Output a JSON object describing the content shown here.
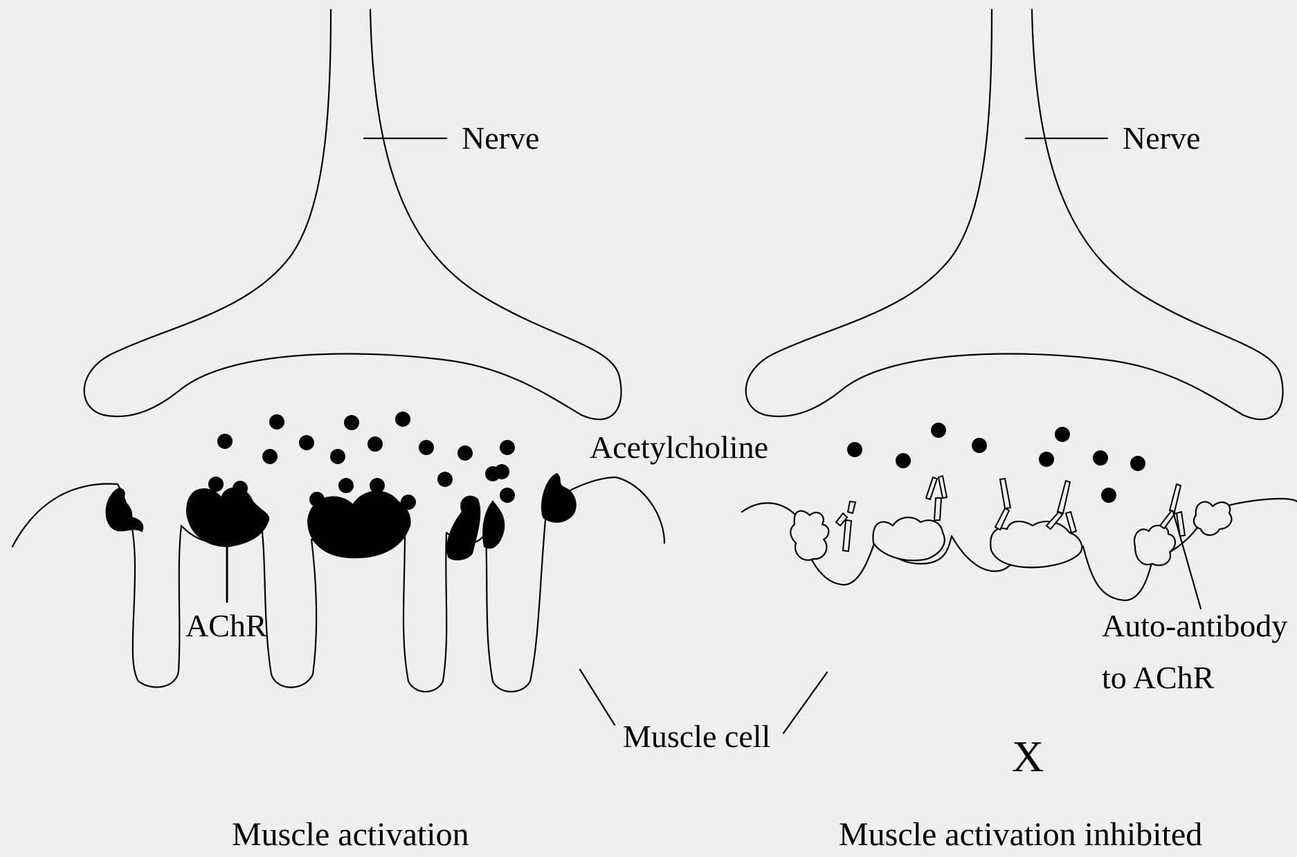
{
  "left": {
    "nerve_label": "Nerve",
    "ach_label": "Acetylcholine",
    "achr_label": "AChR",
    "caption": "Muscle activation"
  },
  "shared": {
    "muscle_label": "Muscle cell"
  },
  "right": {
    "nerve_label": "Nerve",
    "antibody_label_line1": "Auto-antibody",
    "antibody_label_line2": "to AChR",
    "blocked_mark": "X",
    "caption": "Muscle activation inhibited"
  },
  "colors": {
    "background": "#efefef",
    "ink": "#000000"
  }
}
